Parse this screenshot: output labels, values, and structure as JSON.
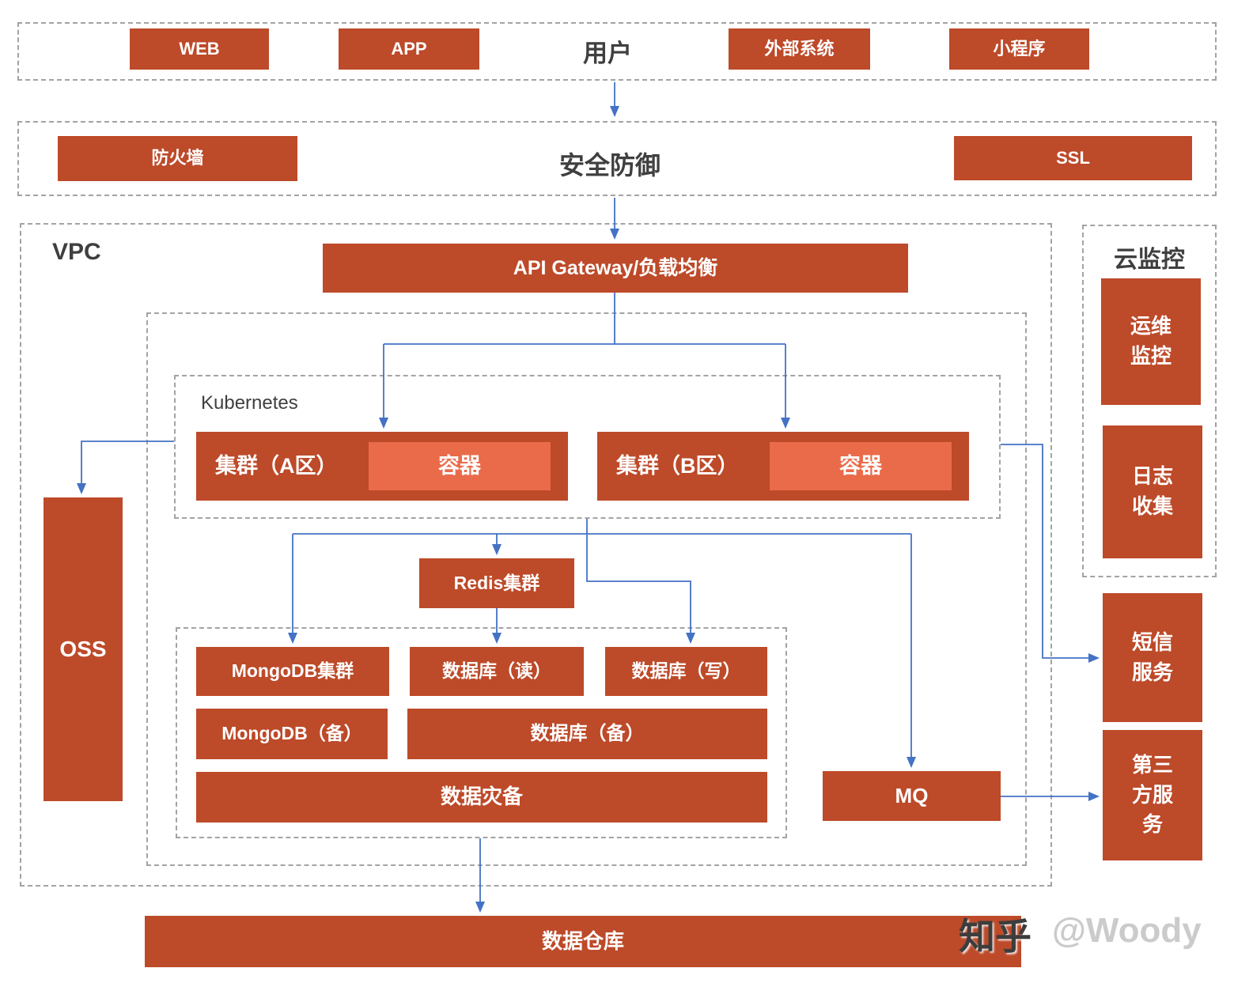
{
  "diagram": {
    "users_band": {
      "title": "用户",
      "web": "WEB",
      "app": "APP",
      "external_system": "外部系统",
      "mini_program": "小程序"
    },
    "security_band": {
      "title": "安全防御",
      "firewall": "防火墙",
      "ssl": "SSL"
    },
    "vpc": {
      "label": "VPC",
      "api_gateway": "API Gateway/负载均衡",
      "kubernetes": {
        "label": "Kubernetes",
        "cluster_a": "集群（A区）",
        "cluster_b": "集群（B区）",
        "container_a": "容器",
        "container_b": "容器"
      },
      "redis": "Redis集群",
      "database": {
        "mongodb_cluster": "MongoDB集群",
        "db_read": "数据库（读）",
        "db_write": "数据库（写）",
        "mongodb_backup": "MongoDB（备）",
        "db_backup": "数据库（备）",
        "disaster_recovery": "数据灾备"
      },
      "mq": "MQ",
      "oss": "OSS"
    },
    "cloud_monitor": {
      "label": "云监控",
      "ops_monitor": "运维监控",
      "log_collect": "日志收集"
    },
    "services": {
      "sms": "短信服务",
      "third_party": "第三方服务"
    },
    "data_warehouse": "数据仓库",
    "watermark": {
      "brand": "知乎",
      "author": "@Woody"
    }
  },
  "colors": {
    "box_red": "#bd4a29",
    "box_orange": "#ea6b4a",
    "arrow_blue": "#4472c4",
    "dash_gray": "#a3a3a3",
    "label_gray": "#3f3f3f"
  }
}
